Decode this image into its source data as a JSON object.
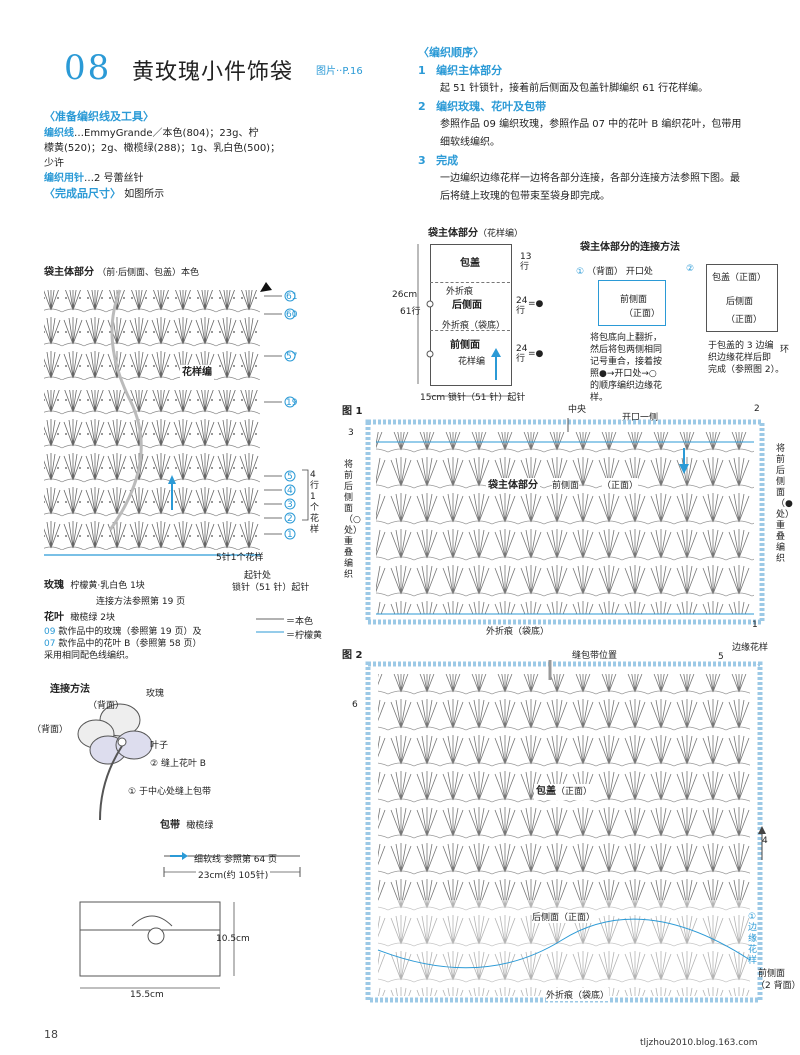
{
  "header": {
    "number": "08",
    "title": "黄玫瑰小件饰袋",
    "photo_ref": "图片··P.16"
  },
  "prep": {
    "heading": "〈准备编织线及工具〉",
    "yarn_label": "编织线",
    "yarn_text_1": "…EmmyGrande／本色(804)；23g、柠",
    "yarn_text_2": "檬黄(520)；2g、橄榄绿(288)；1g、乳白色(500)；",
    "yarn_text_3": "少许",
    "needle_label": "编织用针",
    "needle_text": "…2 号蕾丝针",
    "size_heading": "〈完成品尺寸〉",
    "size_text": "如图所示"
  },
  "order": {
    "heading": "〈编织顺序〉",
    "steps": [
      {
        "num": "1",
        "title": "编织主体部分",
        "lines": [
          "起 51 针锁针，接着前后侧面及包盖针脚编织 61 行花样编。"
        ]
      },
      {
        "num": "2",
        "title": "编织玫瑰、花叶及包带",
        "lines": [
          "参照作品 09 编织玫瑰，参照作品 07 中的花叶 B 编织花叶，包带用",
          "细软线编织。"
        ]
      },
      {
        "num": "3",
        "title": "完成",
        "lines": [
          "一边编织边缘花样一边将各部分连接，各部分连接方法参照下图。最",
          "后将缝上玫瑰的包带束至袋身即完成。"
        ]
      }
    ]
  },
  "left_chart": {
    "title": "袋主体部分",
    "subtitle": "（前·后侧面、包盖）本色",
    "pattern_label": "花样编",
    "row_labels": [
      "61",
      "60",
      "57",
      "19",
      "5",
      "4",
      "3",
      "2",
      "1"
    ],
    "repeat_label_rows": "4行1个花样",
    "repeat_label_sts": "5针1个花样",
    "start_label": "起针处",
    "chain_label": "锁针（51 针）起针"
  },
  "rose": {
    "label": "玫瑰",
    "text": "柠檬黄·乳白色 1块",
    "method": "连接方法参照第 19 页"
  },
  "leaf": {
    "label": "花叶",
    "text": "橄榄绿 2块"
  },
  "legend": {
    "natural": "＝本色",
    "lemon": "＝柠檬黄"
  },
  "note": {
    "line1_pre": "09",
    "line1": " 款作品中的玫瑰（参照第 19 页）及",
    "line2_pre": "07",
    "line2": " 款作品中的花叶 B（参照第 58 页）",
    "line3": "采用相同配色线编织。"
  },
  "connect": {
    "title": "连接方法",
    "rose": "玫瑰",
    "back1": "（背面）",
    "back2": "（背面）",
    "leaf": "叶子",
    "step2": "缝上花叶 B",
    "step1": "于中心处缝上包带"
  },
  "strap": {
    "label": "包带",
    "color": "橄榄绿",
    "yarn": "细软线 参照第 64 页",
    "length": "23cm(约 105针)"
  },
  "finished": {
    "height": "10.5cm",
    "width": "15.5cm"
  },
  "body_diagram": {
    "title": "袋主体部分",
    "title_note": "（花样编）",
    "flap": "包盖",
    "rows_13": "13行",
    "outer_fold": "外折痕",
    "back_side": "后侧面",
    "outer_fold_bottom": "外折痕（袋底）",
    "front_side": "前侧面",
    "pattern": "花样编",
    "rows_24a": "24行",
    "rows_24b": "24行",
    "height_cm": "26cm",
    "height_rows": "61行",
    "width": "15cm",
    "chain": "锁针（51 针）起针"
  },
  "joining": {
    "title": "袋主体部分的连接方法",
    "c1": "①",
    "back": "（背面）",
    "open_side": "开口处",
    "front_side": "前侧面",
    "front": "（正面）",
    "desc": [
      "将包底向上翻折，",
      "然后将包两侧相同",
      "记号重合，接着按",
      "照●→开口处→○",
      "的顺序编织边缘花",
      "样。"
    ],
    "c2": "②",
    "flap_front": "包盖（正面）",
    "back_side": "后侧面",
    "front2": "（正面）",
    "loop": "环",
    "desc2": [
      "于包盖的 3 边编",
      "织边缘花样后即",
      "完成（参照图 2）。"
    ]
  },
  "fig1": {
    "label": "图 1",
    "center": "中央",
    "open_side": "开口一侧",
    "n2": "2",
    "n3": "3",
    "n1": "1",
    "body": "袋主体部分",
    "front_side": "前侧面",
    "front": "（正面）",
    "left_vertical": "将前后侧面（○处）重叠编织",
    "right_vertical": "将前后侧面（●处）重叠编织",
    "outer_fold": "外折痕（袋底）",
    "edging": "边缘花样"
  },
  "fig2": {
    "label": "图 2",
    "strap_pos": "缝包带位置",
    "n5": "5",
    "n6": "6",
    "n4": "4",
    "flap": "包盖",
    "front": "（正面）",
    "back_side": "后侧面（正面）",
    "edging_vertical": "①边缘花样",
    "front_side": "前侧面",
    "back2": "（2 背面）",
    "outer_fold": "外折痕（袋底）"
  },
  "footer": {
    "page": "18",
    "watermark": "tljzhou2010.blog.163.com"
  },
  "colors": {
    "accent": "#2b9ad6",
    "ink": "#222222",
    "line": "#555555"
  }
}
